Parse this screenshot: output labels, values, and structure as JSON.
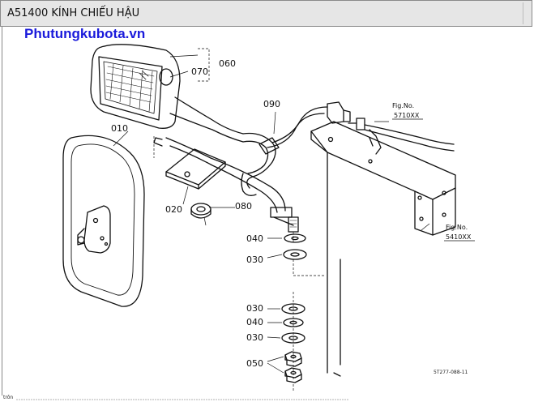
{
  "header": {
    "title": "A51400 KÍNH CHIẾU HẬU"
  },
  "watermark": "Phutungkubota.vn",
  "part_labels": {
    "p060": "060",
    "p070": "070",
    "p090": "090",
    "p010": "010",
    "p020": "020",
    "p080": "080",
    "p040a": "040",
    "p030a": "030",
    "p030b": "030",
    "p040b": "040",
    "p030c": "030",
    "p050": "050"
  },
  "fig_refs": {
    "ref1_title": "Fig.No.",
    "ref1_num": "5710XX",
    "ref2_title": "Fig.No.",
    "ref2_num": "5410XX"
  },
  "diagram_code": "5T277-088-11",
  "footer_fragment": "trôn"
}
